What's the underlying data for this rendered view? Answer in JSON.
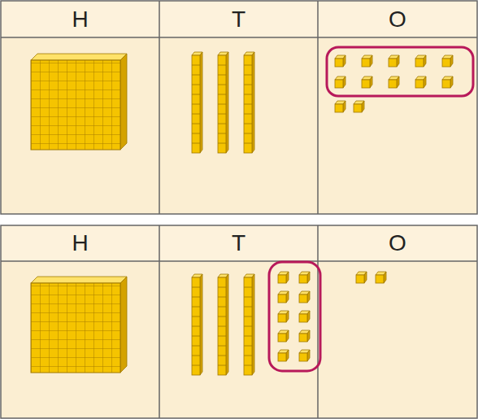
{
  "diagram": {
    "labels": [
      "H",
      "T",
      "O",
      "H",
      "T",
      "O"
    ]
  }
}
